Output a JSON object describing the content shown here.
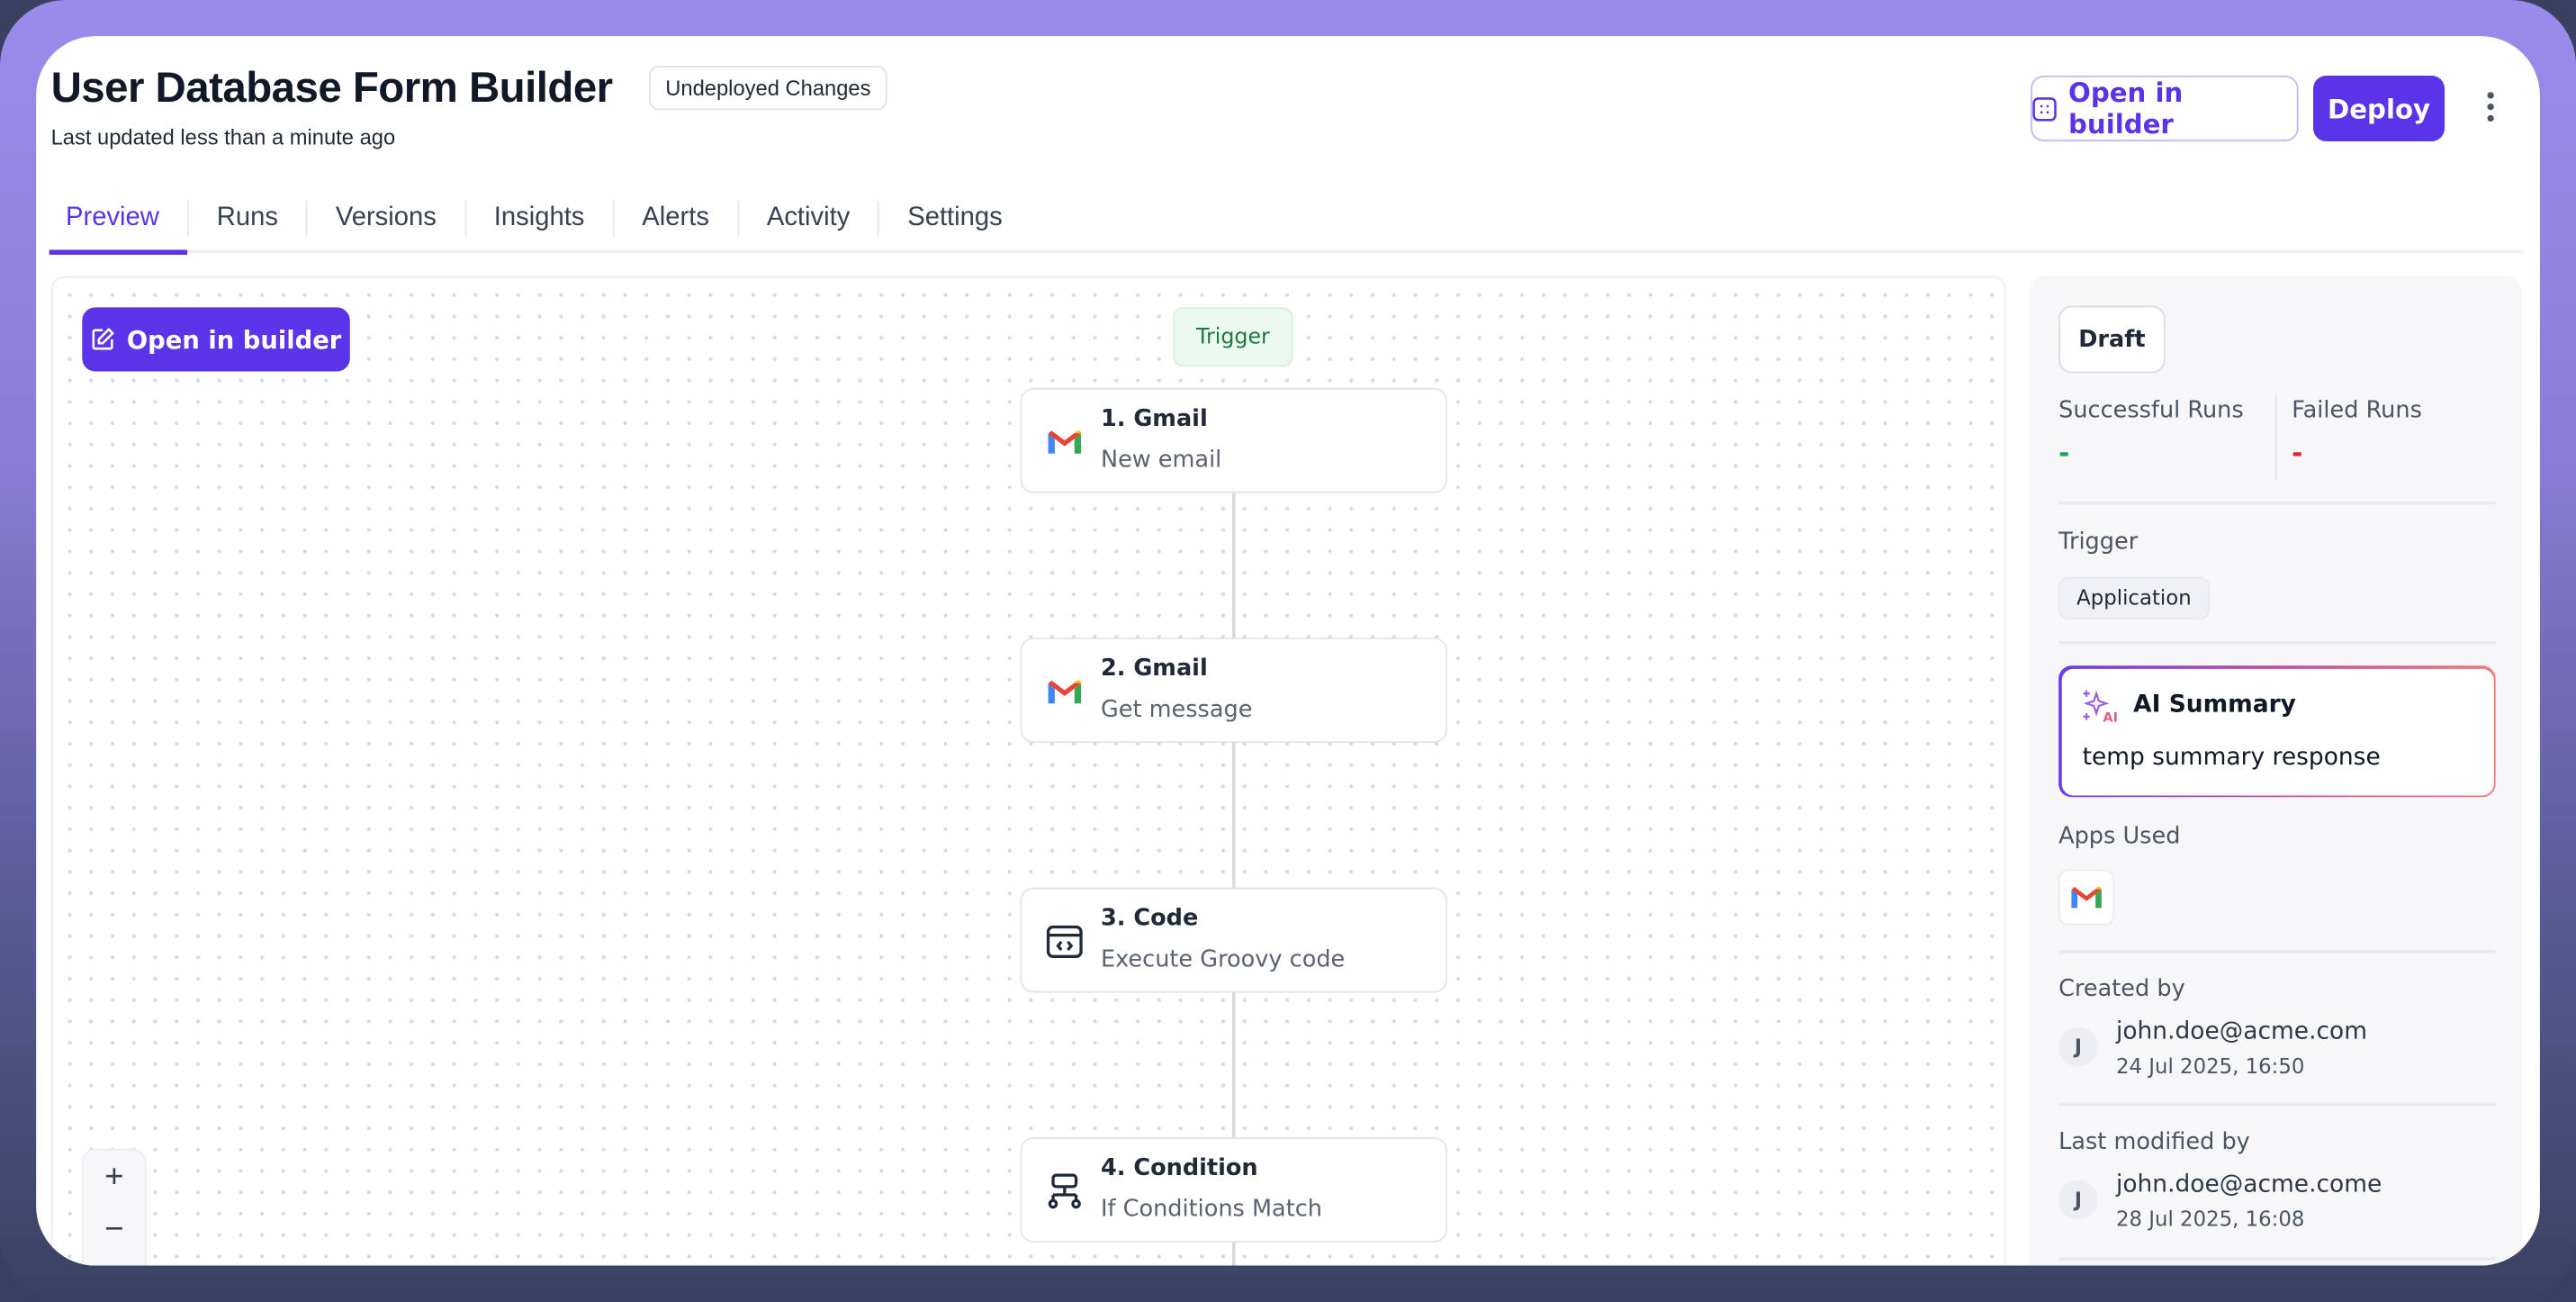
{
  "header": {
    "title": "User Database Form Builder",
    "badge": "Undeployed Changes",
    "subtitle": "Last updated less than a minute ago",
    "open_builder": "Open in builder",
    "deploy": "Deploy"
  },
  "tabs": [
    {
      "label": "Preview",
      "active": true
    },
    {
      "label": "Runs"
    },
    {
      "label": "Versions"
    },
    {
      "label": "Insights"
    },
    {
      "label": "Alerts"
    },
    {
      "label": "Activity"
    },
    {
      "label": "Settings"
    }
  ],
  "canvas": {
    "open_builder": "Open in builder",
    "trigger_label": "Trigger",
    "nodes": [
      {
        "title": "1. Gmail",
        "subtitle": "New email",
        "icon": "gmail-icon"
      },
      {
        "title": "2. Gmail",
        "subtitle": "Get message",
        "icon": "gmail-icon"
      },
      {
        "title": "3. Code",
        "subtitle": "Execute Groovy code",
        "icon": "code-icon"
      },
      {
        "title": "4. Condition",
        "subtitle": "If Conditions Match",
        "icon": "condition-icon"
      }
    ],
    "zoom_in": "+",
    "zoom_out": "−"
  },
  "sidebar": {
    "status": "Draft",
    "successful_runs_label": "Successful Runs",
    "successful_runs_value": "-",
    "failed_runs_label": "Failed Runs",
    "failed_runs_value": "-",
    "trigger_label": "Trigger",
    "trigger_value": "Application",
    "ai_summary_title": "AI Summary",
    "ai_summary_text": "temp summary response",
    "apps_used_label": "Apps Used",
    "created_by_label": "Created by",
    "created_by_initial": "J",
    "created_by_email": "john.doe@acme.com",
    "created_at": "24 Jul 2025, 16:50",
    "modified_by_label": "Last modified by",
    "modified_by_initial": "J",
    "modified_by_email": "john.doe@acme.come",
    "modified_at": "28 Jul 2025, 16:08"
  },
  "colors": {
    "accent": "#5b34ea",
    "success": "#16a34a",
    "danger": "#dc2626"
  }
}
